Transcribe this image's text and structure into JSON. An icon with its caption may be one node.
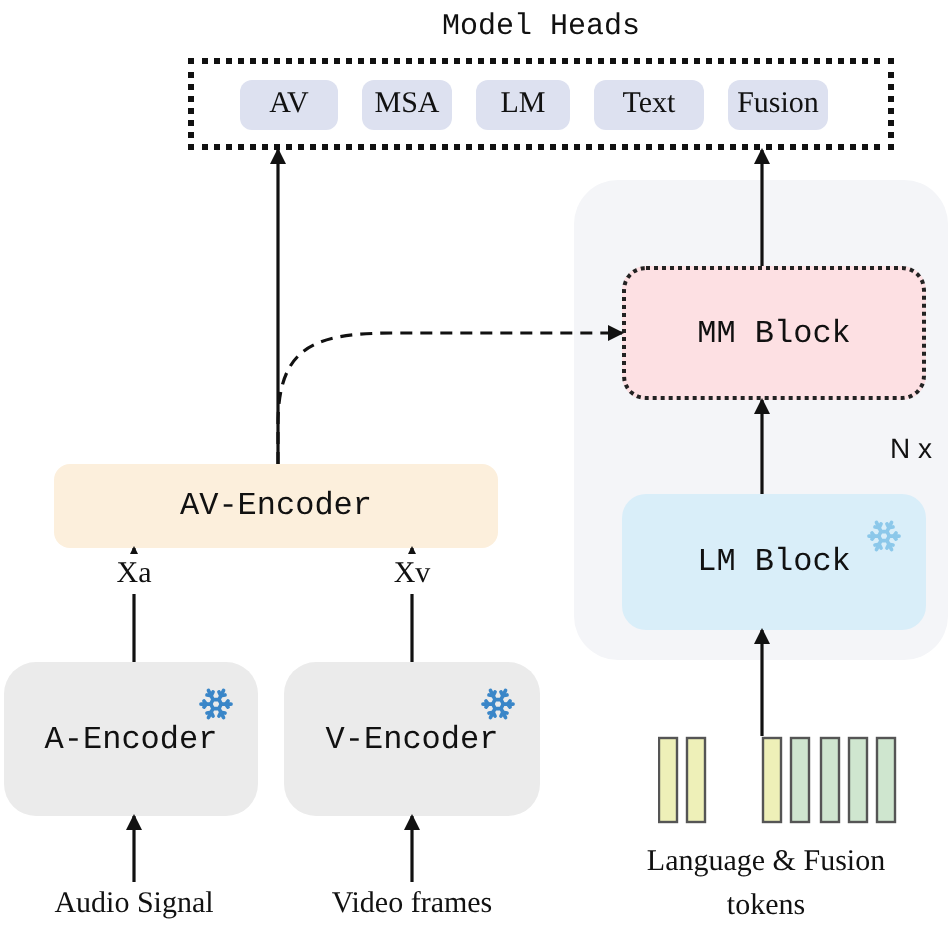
{
  "diagram": {
    "nodes": [
      {
        "text": [
          "Model Heads"
        ]
      },
      {
        "text": [
          "AV"
        ],
        "in": 0
      },
      {
        "text": [
          "MSA"
        ],
        "in": 0
      },
      {
        "text": [
          "LM"
        ],
        "in": 0
      },
      {
        "text": [
          "Text"
        ],
        "in": 0
      },
      {
        "text": [
          "Fusion"
        ],
        "in": 0
      },
      {
        "text": [
          "AV-Encoder"
        ]
      },
      {
        "text": [
          "A-Encoder"
        ]
      },
      {
        "text": [
          "V-Encoder"
        ]
      },
      {
        "text": [
          "Audio Signal"
        ]
      },
      {
        "text": [
          "Video frames"
        ]
      },
      {
        "text": [
          "N x"
        ]
      },
      {
        "text": [
          "MM Block"
        ],
        "in": 11
      },
      {
        "text": [
          "LM Block"
        ],
        "in": 11
      },
      {
        "text": [
          "Language & Fusion tokens"
        ]
      }
    ],
    "edges": [
      {
        "from": 9,
        "to": 7,
        "arrow": "to"
      },
      {
        "from": 10,
        "to": 8,
        "arrow": "to"
      },
      {
        "from": 7,
        "to": 6,
        "arrow": "to",
        "label": "Xa"
      },
      {
        "from": 8,
        "to": 6,
        "arrow": "to",
        "label": "Xv"
      },
      {
        "from": 6,
        "to": 0,
        "arrow": "to"
      },
      {
        "from": 6,
        "to": 12,
        "arrow": "to",
        "style": "dashed"
      },
      {
        "from": 14,
        "to": 13,
        "arrow": "to"
      },
      {
        "from": 13,
        "to": 12,
        "arrow": "to"
      },
      {
        "from": 12,
        "to": 0,
        "arrow": "to"
      }
    ]
  }
}
